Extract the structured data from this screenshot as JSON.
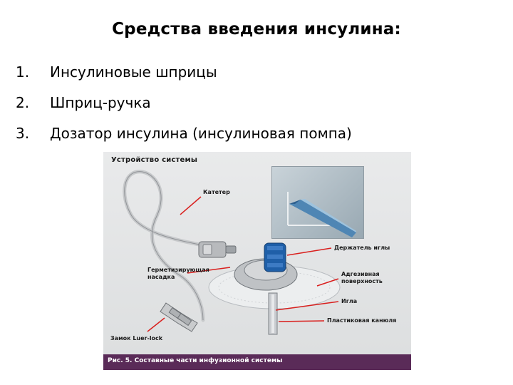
{
  "slide": {
    "title": "Средства введения инсулина:",
    "items": [
      {
        "num": "1.",
        "text": "Инсулиновые шприцы"
      },
      {
        "num": "2.",
        "text": "Шприц-ручка"
      },
      {
        "num": "3.",
        "text": "Дозатор инсулина (инсулиновая помпа)"
      }
    ]
  },
  "figure": {
    "heading": "Устройство системы",
    "labels": {
      "catheter": "Катетер",
      "needle_holder": "Держатель иглы",
      "sealing_1": "Герметизирующая",
      "sealing_2": "насадка",
      "adhesive_1": "Адгезивная",
      "adhesive_2": "поверхность",
      "needle": "Игла",
      "cannula": "Пластиковая канюля",
      "luer": "Замок Luer-lock"
    },
    "caption": "Рис. 5. Составные части инфузионной системы",
    "colors": {
      "caption_bar": "#5a2b58",
      "pointer": "#d9201e",
      "connector_blue": "#1f5fa8"
    }
  }
}
